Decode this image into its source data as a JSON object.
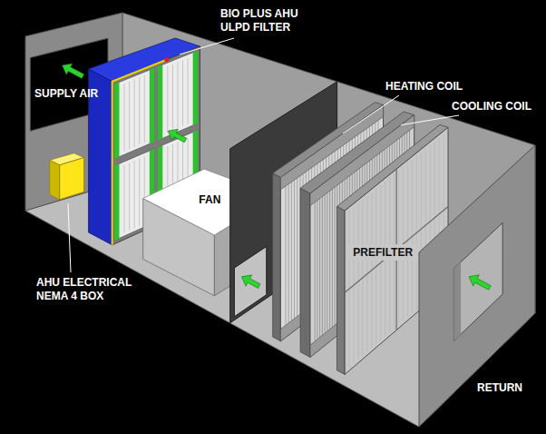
{
  "diagram": {
    "nodes": [
      {
        "text": [
          "FAN"
        ]
      },
      {
        "text": [
          "PREFILTER"
        ]
      }
    ],
    "labels": [
      "BIO PLUS AHU ULPD FILTER",
      "HEATING COIL",
      "SUPPLY AIR",
      "COOLING COIL",
      "AHU ELECTRICAL NEMA 4 BOX",
      "RETURN"
    ]
  }
}
